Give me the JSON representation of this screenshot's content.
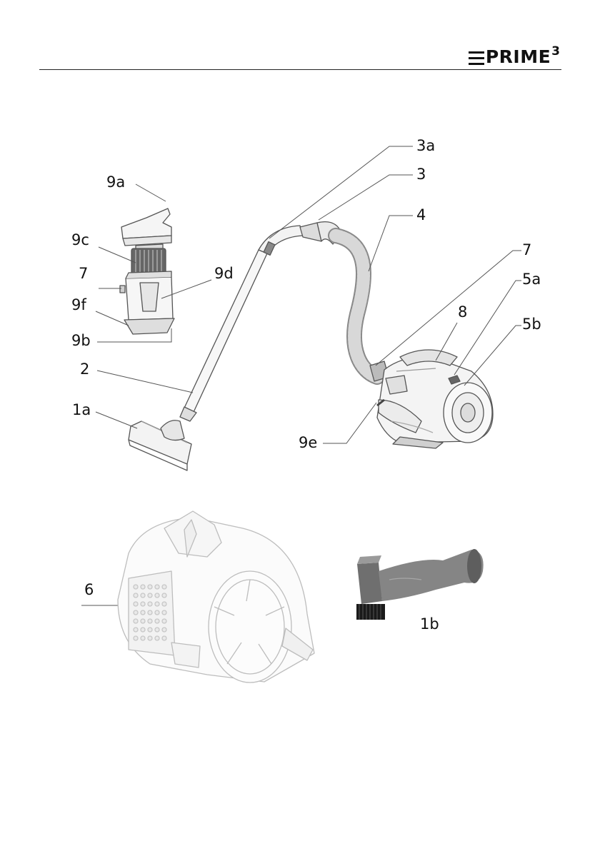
{
  "header": {
    "brand_name": "PRIME",
    "brand_superscript": "3"
  },
  "callouts": {
    "c3a": "3a",
    "c3": "3",
    "c4": "4",
    "c7_right": "7",
    "c5a": "5a",
    "c8": "8",
    "c5b": "5b",
    "c9a": "9a",
    "c9c": "9c",
    "c7_left": "7",
    "c9d": "9d",
    "c9f": "9f",
    "c9b": "9b",
    "c2": "2",
    "c1a": "1a",
    "c9e": "9e",
    "c6": "6",
    "c1b": "1b"
  },
  "colors": {
    "line_art": "#555555",
    "light_art": "#bdbdbd",
    "brush_grey": "#7a7a7a",
    "bristles": "#1a1a1a"
  }
}
